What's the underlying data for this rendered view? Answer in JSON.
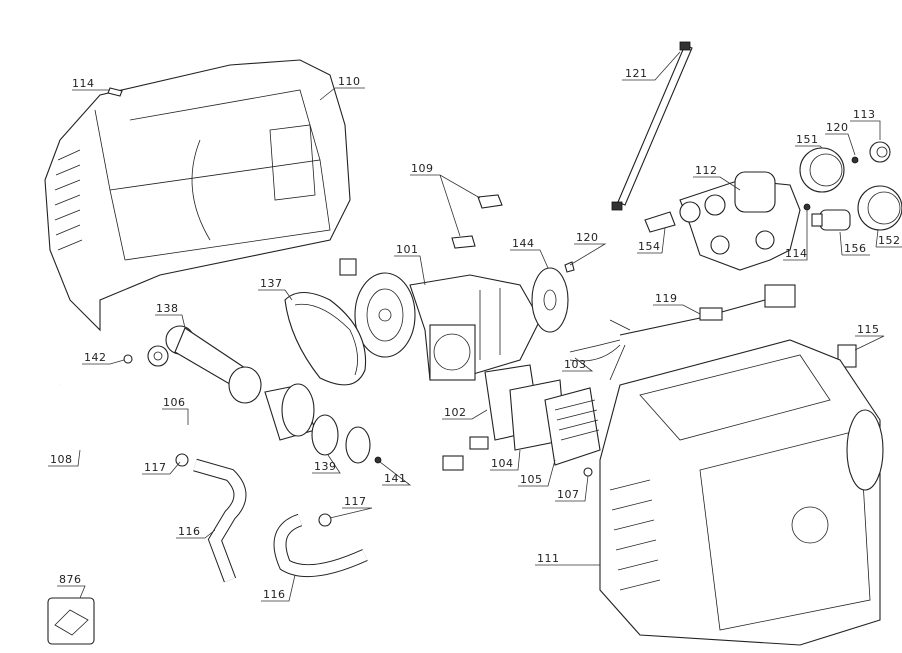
{
  "title": "Exploded parts diagram - air compressor",
  "labels": [
    "114",
    "110",
    "121",
    "113",
    "120",
    "151",
    "112",
    "109",
    "144",
    "120",
    "101",
    "137",
    "138",
    "154",
    "114",
    "156",
    "152",
    "119",
    "115",
    "142",
    "103",
    "106",
    "102",
    "108",
    "104",
    "105",
    "107",
    "117",
    "139",
    "141",
    "111",
    "116",
    "117",
    "876",
    "116"
  ]
}
